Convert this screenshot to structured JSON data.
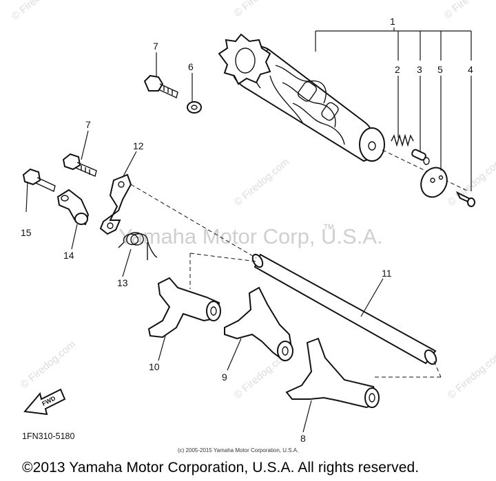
{
  "watermark": {
    "site_text": "© Firedog.com",
    "center_text": "Yamaha Motor Corp, U.S.A.",
    "tm": "TM"
  },
  "callouts": {
    "c1": "1",
    "c2": "2",
    "c3": "3",
    "c4": "4",
    "c5": "5",
    "c6": "6",
    "c7a": "7",
    "c7b": "7",
    "c8": "8",
    "c9": "9",
    "c10": "10",
    "c11": "11",
    "c12": "12",
    "c13": "13",
    "c14": "14",
    "c15": "15"
  },
  "fwd_label": "FWD",
  "part_code": "1FN310-5180",
  "small_copyright": "(c) 2005-2015 Yamaha Motor Corporation, U.S.A.",
  "big_copyright": "©2013 Yamaha Motor Corporation, U.S.A. All rights reserved."
}
